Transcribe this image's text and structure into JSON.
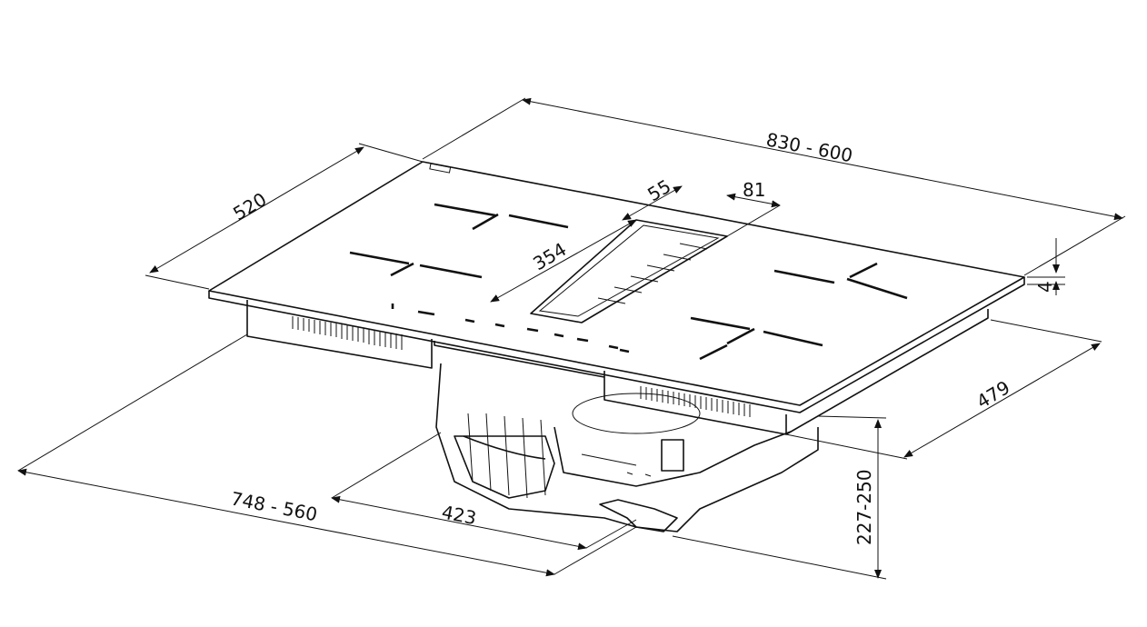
{
  "drawing": {
    "dimensions": {
      "overall_width": "830 - 600",
      "depth": "520",
      "vent_width": "55",
      "vent_offset": "81",
      "vent_length": "354",
      "glass_thickness": "4",
      "cutout_depth": "479",
      "installation_height": "227-250",
      "cutout_width": "748 - 560",
      "unit_width": "423"
    }
  }
}
